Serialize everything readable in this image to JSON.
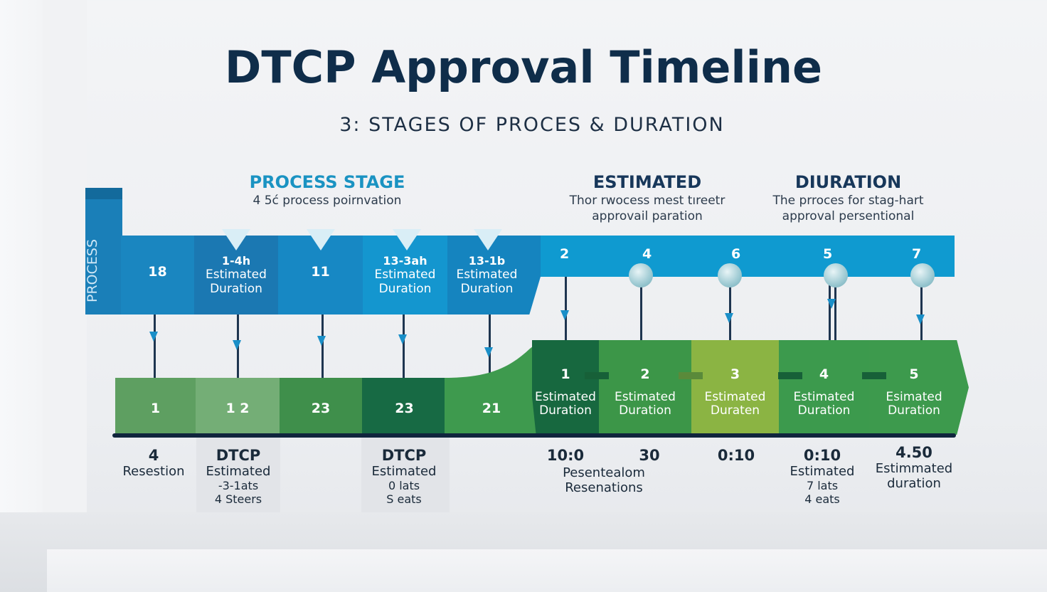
{
  "title": "DTCP Approval Timeline",
  "subtitle": "3: STAGES OF PROCES  &  DURATION",
  "headers": [
    {
      "title": "PROCESS STAGE",
      "sub1": "4 5ć  process poirnvation",
      "sub2": ""
    },
    {
      "title": "ESTIMATED",
      "sub1": "Thor rwocess mest tıreetr",
      "sub2": "approvail paration"
    },
    {
      "title": "DIURATION",
      "sub1": "The prroces for stag-hart",
      "sub2": "approval persentional"
    }
  ],
  "side_label": "PROCESS",
  "blue_cells": [
    {
      "num": "18",
      "lbl1": "",
      "lbl2": ""
    },
    {
      "num": "1-4h",
      "lbl1": "Estimated",
      "lbl2": "Duration"
    },
    {
      "num": "11",
      "lbl1": "",
      "lbl2": ""
    },
    {
      "num": "13-3ah",
      "lbl1": "Estimated",
      "lbl2": "Duration"
    },
    {
      "num": "13-1b",
      "lbl1": "Estimated",
      "lbl2": "Duration"
    }
  ],
  "blue_numbers": [
    "2",
    "4",
    "6",
    "5",
    "7"
  ],
  "green_left": [
    "1",
    "1 2",
    "23",
    "23",
    "21"
  ],
  "green_right": [
    {
      "num": "1",
      "lbl1": "Estimated",
      "lbl2": "Duration"
    },
    {
      "num": "2",
      "lbl1": "Estimated",
      "lbl2": "Duration"
    },
    {
      "num": "3",
      "lbl1": "Estimated",
      "lbl2": "Duraten"
    },
    {
      "num": "4",
      "lbl1": "Estimated",
      "lbl2": "Duration"
    },
    {
      "num": "5",
      "lbl1": "Esimated",
      "lbl2": "Duration"
    }
  ],
  "bottom": [
    {
      "big": "4",
      "t": "Resestion",
      "s1": "",
      "s2": ""
    },
    {
      "big": "DTCP",
      "t": "Estimated",
      "s1": "-3-1ats",
      "s2": "4 Steers"
    },
    {
      "big": "DTCP",
      "t": "Estimated",
      "s1": "0 lats",
      "s2": "S eats"
    },
    {
      "big": "10:0",
      "t": "",
      "s1": "",
      "s2": ""
    },
    {
      "big": "30",
      "t": "",
      "s1": "",
      "s2": ""
    },
    {
      "big": "0:10",
      "t": "",
      "s1": "",
      "s2": ""
    },
    {
      "big": "0:10",
      "t": "Estimated",
      "s1": "7 lats",
      "s2": "4 eats"
    },
    {
      "big": "4.50",
      "t": "Estimmated",
      "s1": "duration",
      "s2": ""
    }
  ],
  "bottom_caption": "Pesentealom Resenations",
  "colors": {
    "navy": "#0f2d4a",
    "blue_dark": "#1a7fb8",
    "blue_light": "#0f9ad0",
    "green_main": "#3e9a4e",
    "green_dark": "#17683f",
    "green_light": "#8bb443"
  }
}
